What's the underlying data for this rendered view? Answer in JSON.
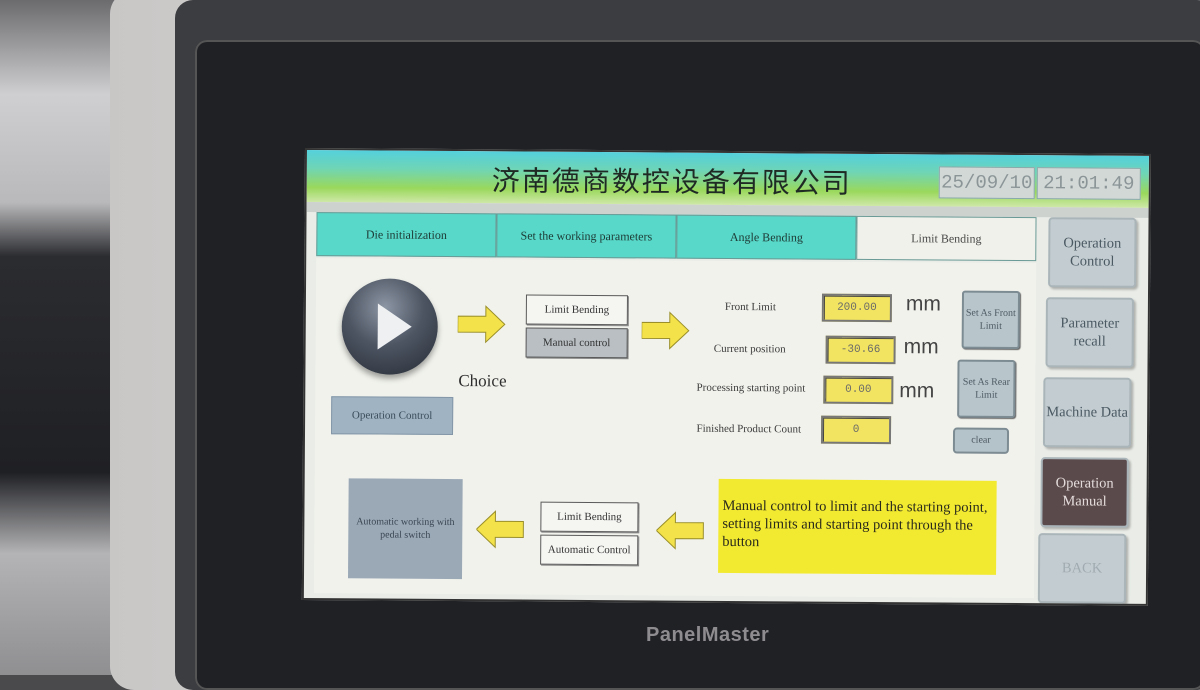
{
  "device": {
    "brand": "PanelMaster"
  },
  "header": {
    "title": "济南德商数控设备有限公司",
    "date": "25/09/10",
    "time": "21:01:49"
  },
  "tabs": [
    {
      "label": "Die initialization",
      "active": false
    },
    {
      "label": "Set the working parameters",
      "active": false
    },
    {
      "label": "Angle Bending",
      "active": false
    },
    {
      "label": "Limit Bending",
      "active": true
    }
  ],
  "main": {
    "start_button_label": "Operation Control",
    "choice_label": "Choice",
    "mode_top": {
      "label": "Limit Bending"
    },
    "mode_manual": {
      "label": "Manual control"
    },
    "mode_bottom": {
      "label": "Limit Bending"
    },
    "mode_auto": {
      "label": "Automatic Control"
    },
    "fields": [
      {
        "label": "Front Limit",
        "value": "200.00",
        "unit": "mm"
      },
      {
        "label": "Current position",
        "value": "-30.66",
        "unit": "mm"
      },
      {
        "label": "Processing starting point",
        "value": "0.00",
        "unit": "mm"
      },
      {
        "label": "Finished Product Count",
        "value": "0",
        "unit": ""
      }
    ],
    "set_front_limit_label": "Set As Front Limit",
    "set_rear_limit_label": "Set As Rear Limit",
    "clear_label": "clear",
    "auto_working_label": "Automatic working with pedal switch",
    "note": "Manual control to limit and the starting point, setting limits and starting point through the button"
  },
  "sidebar": {
    "items": [
      {
        "label": "Operation Control"
      },
      {
        "label": "Parameter recall"
      },
      {
        "label": "Machine Data"
      },
      {
        "label": "Operation Manual",
        "active": true
      },
      {
        "label": "BACK",
        "disabled": true
      }
    ]
  },
  "colors": {
    "tab_active": "#f0f1ea",
    "tab_inactive": "#58d8c8",
    "value_field": "#f2e460",
    "note_bg": "#f2ea30",
    "manual_button_active": "#5b4a4c",
    "arrow": "#f3e24a"
  }
}
